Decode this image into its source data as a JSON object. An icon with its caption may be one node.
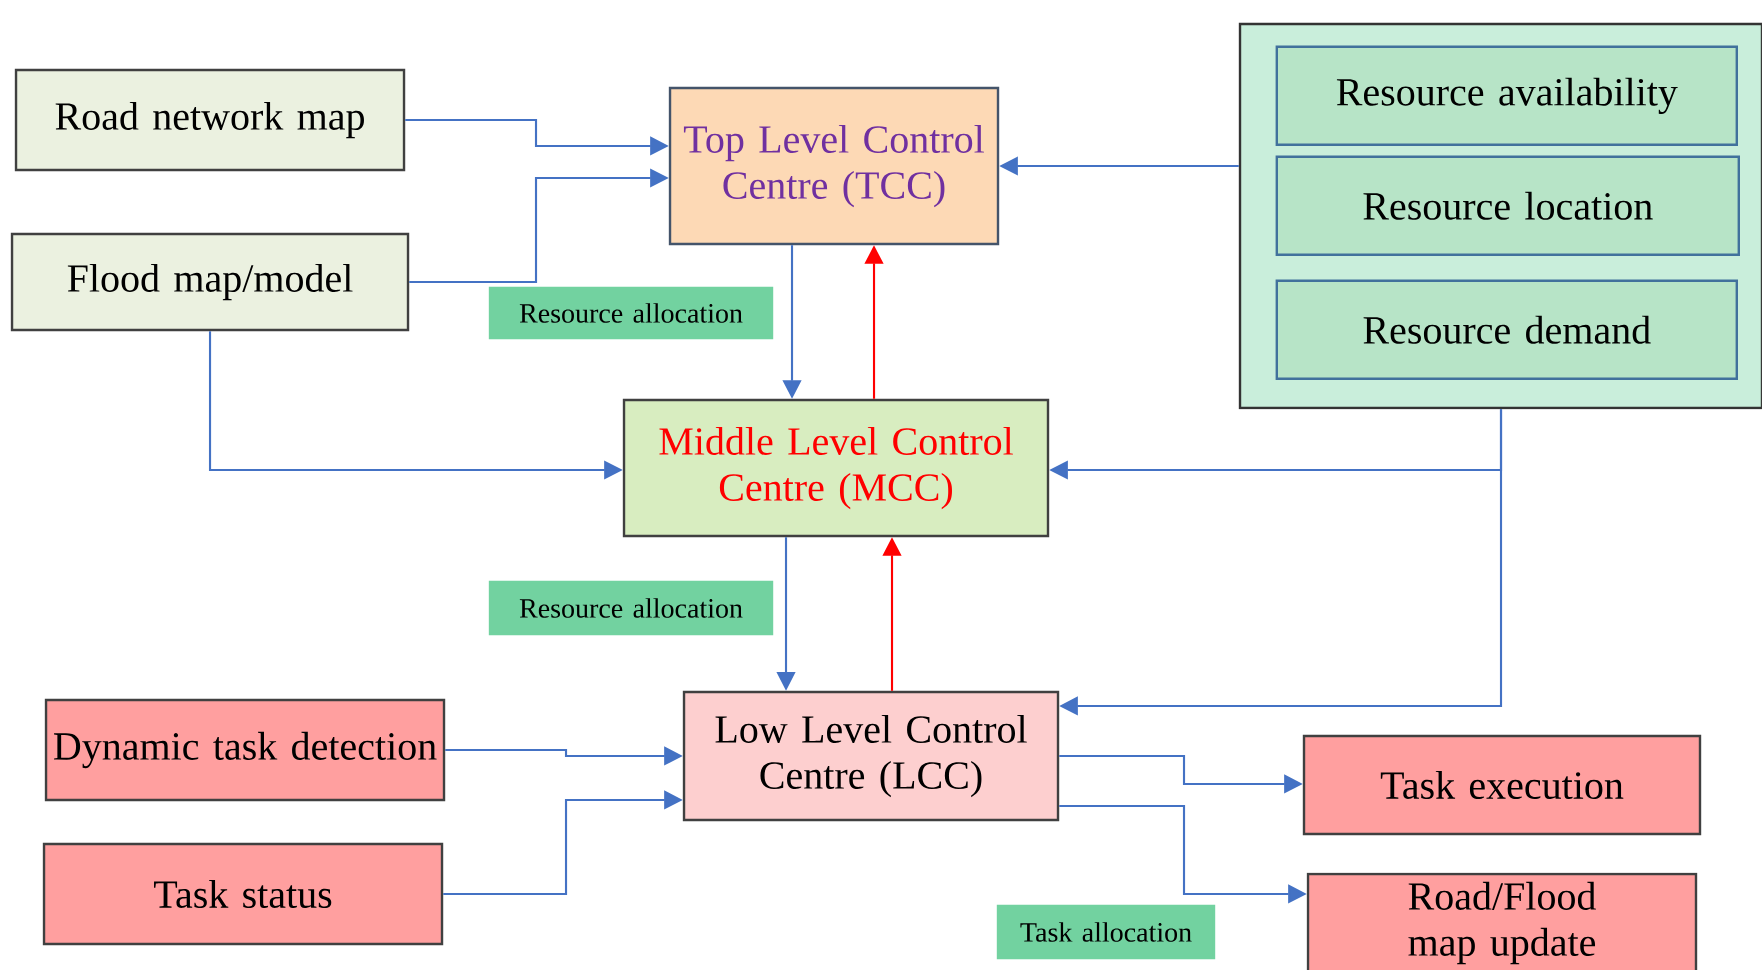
{
  "diagram": {
    "nodes": [
      {
        "text": [
          "Road network map"
        ]
      },
      {
        "text": [
          "Flood map/model"
        ]
      },
      {
        "text": [
          "Top Level Control Centre (TCC)"
        ]
      },
      {
        "text": [],
        "shape": "box"
      },
      {
        "text": [
          "Resource availability"
        ],
        "in": 3
      },
      {
        "text": [
          "Resource location"
        ],
        "in": 3
      },
      {
        "text": [
          "Resource demand"
        ],
        "in": 3
      },
      {
        "text": [
          "Middle Level Control Centre (MCC)"
        ]
      },
      {
        "text": [
          "Dynamic task detection"
        ]
      },
      {
        "text": [
          "Low Level Control Centre (LCC)"
        ]
      },
      {
        "text": [
          "Task status"
        ]
      },
      {
        "text": [
          "Task execution"
        ]
      },
      {
        "text": [
          "Road/Flood map update"
        ]
      },
      {
        "text": [
          "Resource allocation"
        ]
      },
      {
        "text": [
          "Resource allocation"
        ]
      },
      {
        "text": [
          "Task allocation"
        ]
      }
    ],
    "edges": [
      {
        "from": 0,
        "to": 2,
        "arrow": "to"
      },
      {
        "from": 1,
        "to": 2,
        "arrow": "to"
      },
      {
        "from": 3,
        "to": 2,
        "arrow": "to"
      },
      {
        "from": 1,
        "to": 7,
        "arrow": "to"
      },
      {
        "from": 3,
        "to": 7,
        "arrow": "to"
      },
      {
        "from": 3,
        "to": 9,
        "arrow": "to"
      },
      {
        "from": 2,
        "to": 7,
        "arrow": "to"
      },
      {
        "from": 7,
        "to": 2,
        "arrow": "to",
        "color": "#ff0000"
      },
      {
        "from": 7,
        "to": 9,
        "arrow": "to"
      },
      {
        "from": 9,
        "to": 7,
        "arrow": "to",
        "color": "#ff0000"
      },
      {
        "from": 8,
        "to": 9,
        "arrow": "to"
      },
      {
        "from": 10,
        "to": 9,
        "arrow": "to"
      },
      {
        "from": 9,
        "to": 11,
        "arrow": "to"
      },
      {
        "from": 9,
        "to": 12,
        "arrow": "to"
      }
    ]
  }
}
